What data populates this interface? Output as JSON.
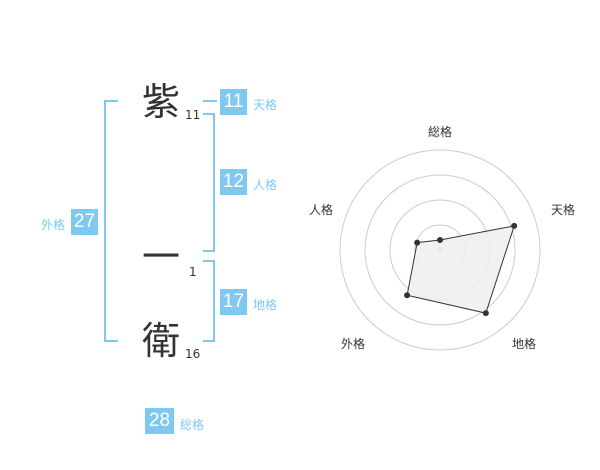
{
  "name": {
    "chars": [
      {
        "char": "紫",
        "strokes": "11"
      },
      {
        "char": "一",
        "strokes": "1"
      },
      {
        "char": "衛",
        "strokes": "16"
      }
    ]
  },
  "fortune": {
    "tenkaku": {
      "value": "11",
      "label": "天格"
    },
    "jinkaku": {
      "value": "12",
      "label": "人格"
    },
    "chikaku": {
      "value": "17",
      "label": "地格"
    },
    "gaikaku": {
      "value": "27",
      "label": "外格"
    },
    "soukaku": {
      "value": "28",
      "label": "総格"
    }
  },
  "chart_data": {
    "type": "radar",
    "axes": [
      "総格",
      "天格",
      "地格",
      "外格",
      "人格"
    ],
    "values": [
      0.5,
      3.9,
      3.9,
      2.8,
      1.2
    ],
    "range": [
      0,
      5
    ],
    "rings": 4,
    "colors": {
      "fill": "#eeeeee",
      "stroke": "#333333",
      "grid": "#cccccc",
      "center": "#cccccc"
    }
  }
}
